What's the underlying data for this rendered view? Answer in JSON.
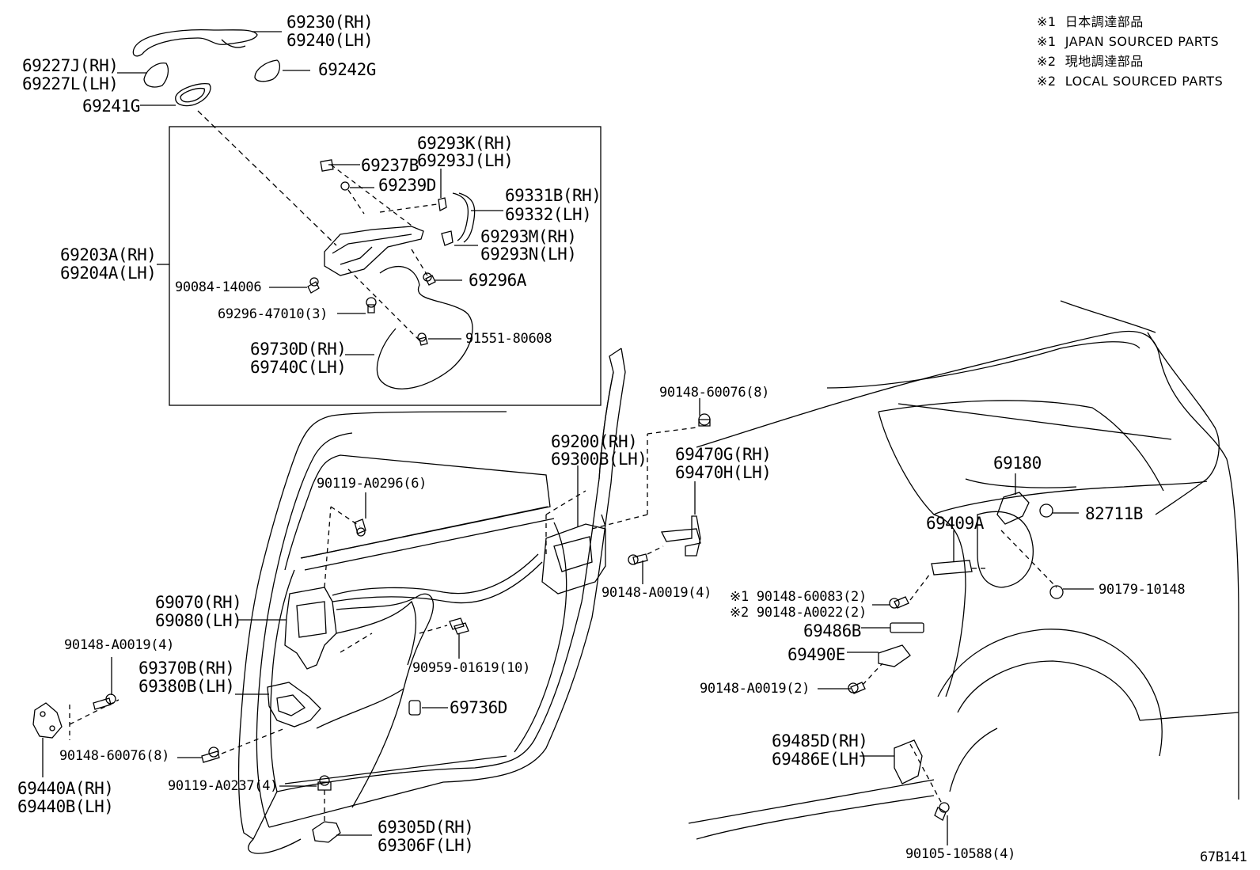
{
  "notes": [
    "※1  日本調達部品",
    "※1  JAPAN SOURCED PARTS",
    "※2  現地調達部品",
    "※2  LOCAL SOURCED PARTS"
  ],
  "diagram_code": "67B141",
  "parts": {
    "p69230": "69230(RH)",
    "p69240": "69240(LH)",
    "p69227j": "69227J(RH)",
    "p69227l": "69227L(LH)",
    "p69242g": "69242G",
    "p69241g": "69241G",
    "p69293k": "69293K(RH)",
    "p69293j": "69293J(LH)",
    "p69237b": "69237B",
    "p69239d": "69239D",
    "p69331b": "69331B(RH)",
    "p69332": "69332(LH)",
    "p69293m": "69293M(RH)",
    "p69293n": "69293N(LH)",
    "p69203a": "69203A(RH)",
    "p69204a": "69204A(LH)",
    "p90084": "90084-14006",
    "p69296a": "69296A",
    "p69296_47010": "69296-47010(3)",
    "p91551": "91551-80608",
    "p69730d": "69730D(RH)",
    "p69740c": "69740C(LH)",
    "p90148_60076_top": "90148-60076(8)",
    "p69200": "69200(RH)",
    "p69300b": "69300B(LH)",
    "p69470g": "69470G(RH)",
    "p69470h": "69470H(LH)",
    "p90119_a0296": "90119-A0296(6)",
    "p90148_a0019_mid": "90148-A0019(4)",
    "p69070": "69070(RH)",
    "p69080": "69080(LH)",
    "p90148_a0019_left": "90148-A0019(4)",
    "p69370b": "69370B(RH)",
    "p69380b": "69380B(LH)",
    "p90959": "90959-01619(10)",
    "p69736d": "69736D",
    "p90148_60076_left": "90148-60076(8)",
    "p90119_a0237": "90119-A0237(4)",
    "p69440a": "69440A(RH)",
    "p69440b": "69440B(LH)",
    "p69305d": "69305D(RH)",
    "p69306f": "69306F(LH)",
    "p69180": "69180",
    "p82711b": "82711B",
    "p69409a": "69409A",
    "p90179": "90179-10148",
    "p90148_60083": "※1 90148-60083(2)",
    "p90148_a0022": "※2 90148-A0022(2)",
    "p69486b": "69486B",
    "p69490e": "69490E",
    "p90148_a0019_right": "90148-A0019(2)",
    "p69485d": "69485D(RH)",
    "p69486e": "69486E(LH)",
    "p90105": "90105-10588(4)"
  }
}
